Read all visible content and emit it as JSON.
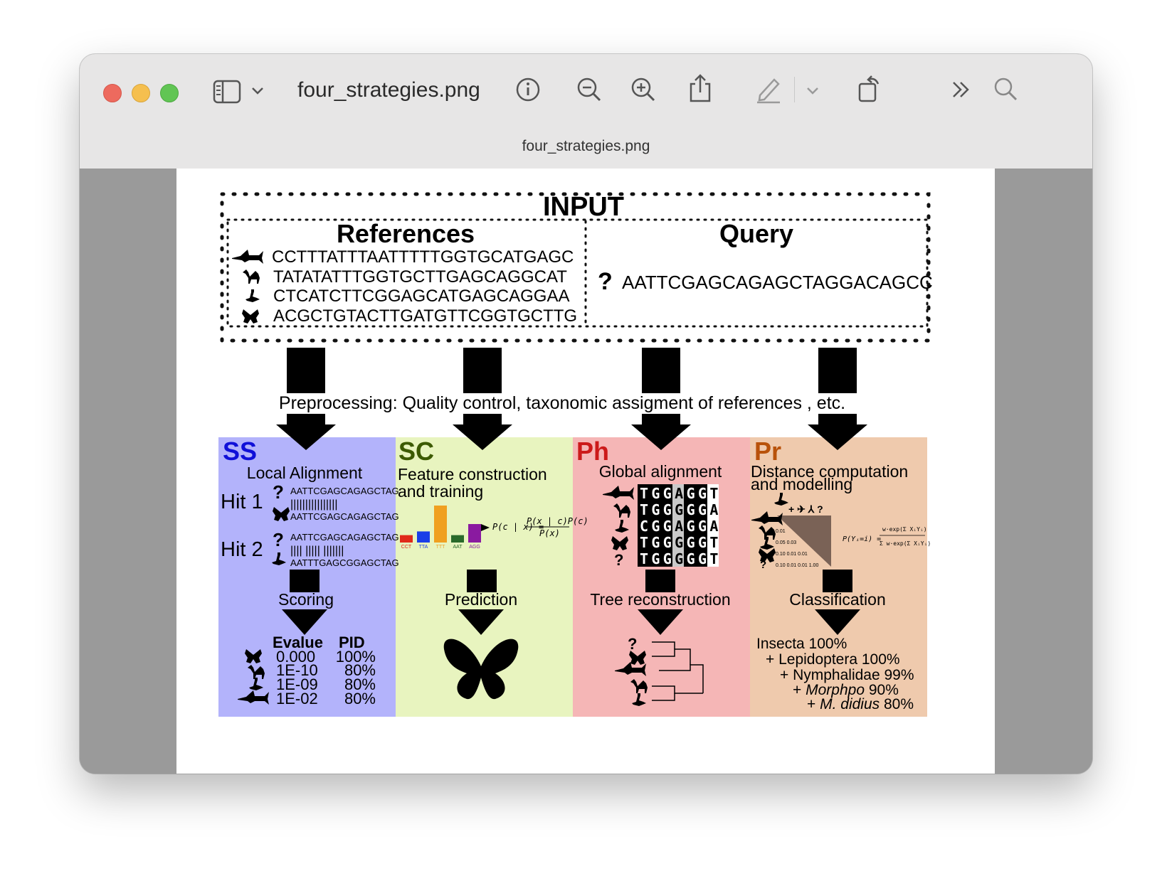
{
  "window": {
    "title": "four_strategies.png",
    "subtitle": "four_strategies.png",
    "colors": {
      "close": "#ed6a5e",
      "minimize": "#f5bf4f",
      "zoom": "#61c554"
    }
  },
  "toolbar": {
    "icons": [
      "sidebar-icon",
      "chevron-down-icon",
      "info-icon",
      "zoom-out-icon",
      "zoom-in-icon",
      "share-icon",
      "markup-pen-icon",
      "chevron-down-icon",
      "rotate-icon",
      "more-icon",
      "search-icon"
    ]
  },
  "figure": {
    "input": {
      "title": "INPUT",
      "references_title": "References",
      "query_title": "Query",
      "references": [
        {
          "organism": "shark-icon",
          "seq": "CCTTTATTTAATTTTTGGTGCATGAGC"
        },
        {
          "organism": "camel-icon",
          "seq": "TATATATTTGGTGCTTGAGCAGGCAT"
        },
        {
          "organism": "goose-icon",
          "seq": "CTCATCTTCGGAGCATGAGCAGGAA"
        },
        {
          "organism": "butterfly-icon",
          "seq": "ACGCTGTACTTGATGTTCGGTGCTTG"
        }
      ],
      "query_symbol": "?",
      "query_seq": "AATTCGAGCAGAGCTAGGACAGCC"
    },
    "preprocessing": "Preprocessing: Quality control, taxonomic assigment of references , etc.",
    "panels": {
      "ss": {
        "code": "SS",
        "step1": "Local Alignment",
        "hit1": "Hit 1",
        "hit2": "Hit 2",
        "q1": "AATTCGAGCAGAGCTAG",
        "bars1": "||||||||||||||||",
        "r1": "AATTCGAGCAGAGCTAG",
        "q2": "AATTCGAGCAGAGCTAG",
        "bars2": "|||| |||||  |||||||",
        "r2": "AATTTGAGCGGAGCTAG",
        "step2": "Scoring",
        "col_evalue": "Evalue",
        "col_pid": "PID",
        "rows": [
          {
            "evalue": "0.000",
            "pid": "100%"
          },
          {
            "evalue": "1E-10",
            "pid": "80%"
          },
          {
            "evalue": "1E-09",
            "pid": "80%"
          },
          {
            "evalue": "1E-02",
            "pid": "80%"
          }
        ],
        "color": "#b3b3fb",
        "code_color": "#1010d8"
      },
      "sc": {
        "code": "SC",
        "step1a": "Feature  construction",
        "step1b": "and training",
        "kmers": [
          "CCT",
          "TTA",
          "TTT",
          "AAT",
          "AGG"
        ],
        "kmer_values": [
          2,
          3,
          10,
          2,
          5
        ],
        "kmer_colors": [
          "#e02a1a",
          "#1a3ee8",
          "#f0a020",
          "#2a6a2a",
          "#8a1aa0"
        ],
        "formula": "P(c|x) = P(x|c)P(c) / P(x)",
        "formula_lhs": "P(c | x) =",
        "formula_num": "P(x | c)P(c)",
        "formula_den": "P(x)",
        "step2": "Prediction",
        "color": "#e8f4bf",
        "code_color": "#3c5a00"
      },
      "ph": {
        "code": "Ph",
        "step1": "Global alignment",
        "alignment": [
          "TGGAGGT",
          "TGGGGGA",
          "CGGAGGA",
          "TGGGGGT",
          "TGGGGGT"
        ],
        "step2": "Tree reconstruction",
        "color": "#f5b6b6",
        "code_color": "#cc1a1a"
      },
      "pr": {
        "code": "Pr",
        "step1a": "Distance computation",
        "step1b": "and modelling",
        "matrix": [
          "0.01",
          "0.05 0.03",
          "0.10 0.01 0.01",
          "0.10 0.01 0.01 1.00"
        ],
        "step2": "Classification",
        "result": [
          {
            "text": "Insecta 100%",
            "italic": ""
          },
          {
            "text": "+ Lepidoptera 100%",
            "italic": ""
          },
          {
            "text": "+ Nymphalidae 99%",
            "italic": ""
          },
          {
            "text": " 90%",
            "italic": "Morphpo"
          },
          {
            "text": " 80%",
            "italic": "M. didius"
          }
        ],
        "color": "#efcaad",
        "code_color": "#b8520a"
      }
    }
  }
}
